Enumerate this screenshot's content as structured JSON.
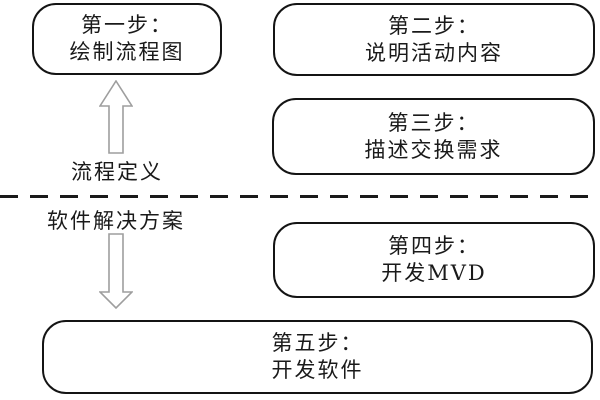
{
  "diagram": {
    "zones": {
      "upper_label": "流程定义",
      "lower_label": "软件解决方案"
    },
    "boxes": [
      {
        "name": "step-1",
        "line1": "第一步：",
        "line2": "绘制流程图"
      },
      {
        "name": "step-2",
        "line1": "第二步：",
        "line2": "说明活动内容"
      },
      {
        "name": "step-3",
        "line1": "第三步：",
        "line2": "描述交换需求"
      },
      {
        "name": "step-4",
        "line1": "第四步：",
        "line2": "开发MVD"
      },
      {
        "name": "step-5",
        "line1": "第五步：",
        "line2": "开发软件"
      }
    ],
    "icons": {
      "up_arrow": "up-arrow-icon",
      "down_arrow": "down-arrow-icon"
    },
    "colors": {
      "background": "#ffffff",
      "box_border": "#141414",
      "text": "#1a1a1a",
      "arrow_outline": "#9e9e9e",
      "divider": "#1a1a1a"
    }
  }
}
